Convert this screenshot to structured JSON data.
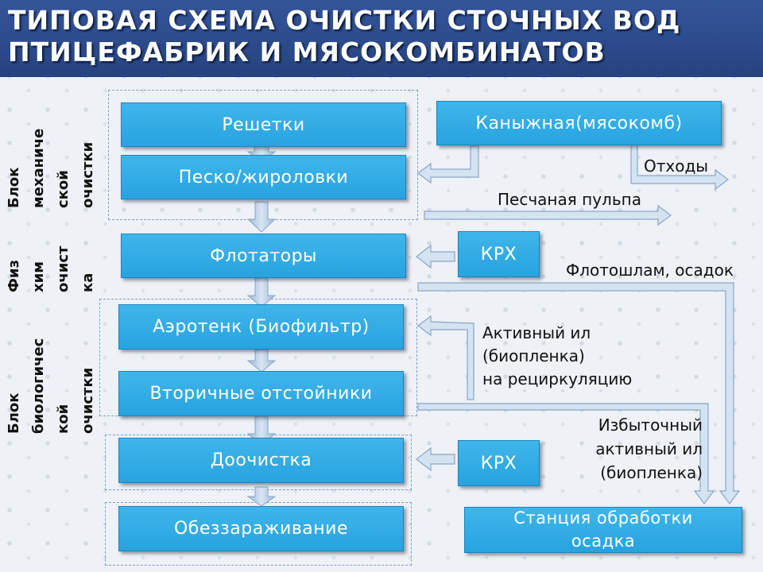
{
  "title": "ТИПОВАЯ СХЕМА ОЧИСТКИ СТОЧНЫХ ВОД\nПТИЦЕФАБРИК  И МЯСОКОМБИНАТОВ",
  "blocks": {
    "mechanical": "Блок\nмеханиче\nской\nочистки",
    "physchem": "Физ\nхим\nочист\nка",
    "biological": "Блок\nбиологичес\nкой\nочистки"
  },
  "steps": {
    "screens": "Решетки",
    "sand_grease_traps": "Песко/жироловки",
    "flotators": "Флотаторы",
    "aerotank": "Аэротенк (Биофильтр)",
    "secondary_clarifiers": "Вторичные отстойники",
    "post_treatment": "Доочистка",
    "disinfection": "Обеззараживание"
  },
  "side": {
    "kanyzhnaya": "Каныжная(мясокомб)",
    "krh_1": "КРХ",
    "krh_2": "КРХ",
    "sludge_station": "Станция обработки\nосадка"
  },
  "labels": {
    "waste": "Отходы",
    "sand_pulp": "Песчаная пульпа",
    "flotation_sludge": "Флотошлам, осадок",
    "active_sludge_recirc": "Активный ил\n(биопленка)\nна рециркуляцию",
    "excess_sludge": "Избыточный\nактивный ил\n(биопленка)"
  }
}
